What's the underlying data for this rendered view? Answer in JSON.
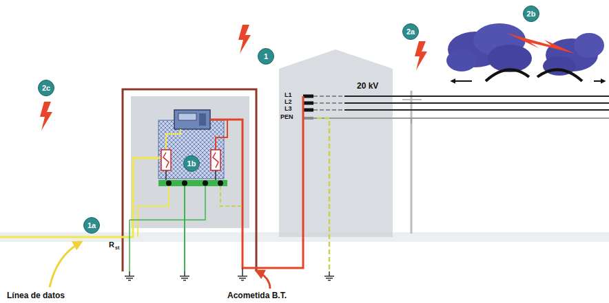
{
  "diagram": {
    "nodes": [
      {
        "text": [
          "2b"
        ]
      },
      {
        "text": [
          "1"
        ]
      },
      {
        "text": [
          "2a"
        ]
      },
      {
        "text": [
          "2c"
        ]
      },
      {
        "text": [
          "1b"
        ]
      },
      {
        "text": [
          "1a"
        ]
      }
    ],
    "labels": [
      "20 kV",
      "L1",
      "L2",
      "L3",
      "PEN",
      "R",
      "st",
      "Línea de datos",
      "Acometida B.T."
    ]
  }
}
